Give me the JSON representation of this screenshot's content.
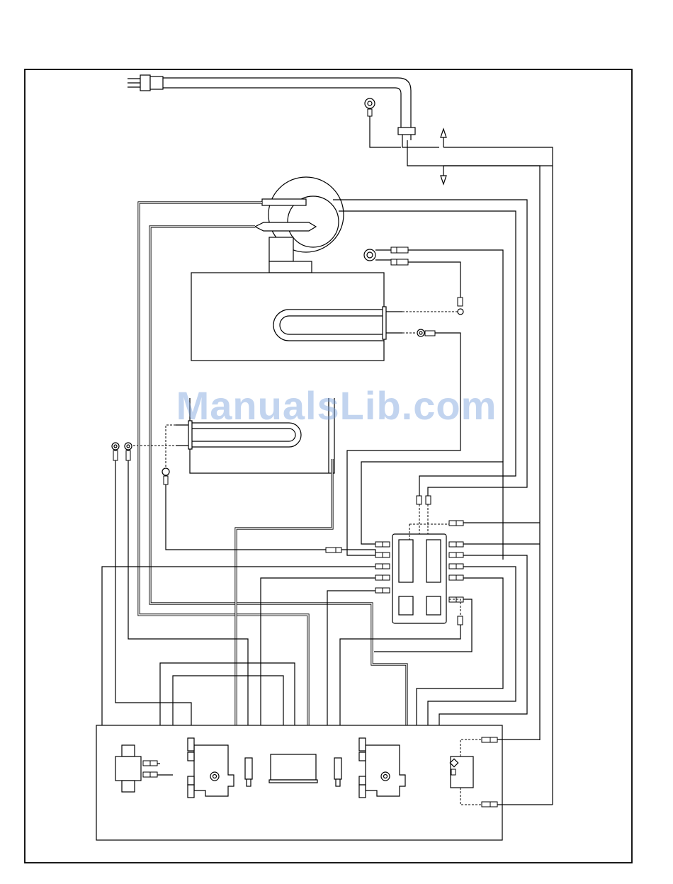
{
  "watermark": "ManualsLib.com",
  "colors": {
    "line": "#000000",
    "background": "#ffffff",
    "watermark": "#78a0dc"
  },
  "components": [
    "power-cord-plug",
    "ground-ring-terminal",
    "blower-motor",
    "upper-oven-heating-element",
    "lower-oven-heating-element",
    "terminal-block",
    "left-control-module",
    "center-control-box",
    "right-control-module",
    "left-relay",
    "right-switch-module"
  ]
}
